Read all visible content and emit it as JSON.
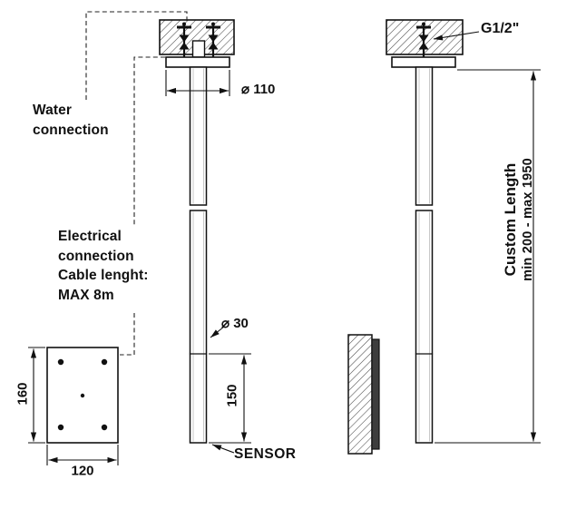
{
  "drawing": {
    "left_view": {
      "water_connection": "Water\nconnection",
      "electrical_connection": "Electrical\nconnection\nCable lenght:\nMAX 8m",
      "flange_diameter": "⌀ 110",
      "tube_diameter": "⌀ 30",
      "sensor_section_height": "150",
      "base_plate_depth": "160",
      "base_plate_width": "120",
      "sensor_label": "SENSOR"
    },
    "right_view": {
      "thread_size": "G1/2\"",
      "custom_length_title": "Custom Length",
      "custom_length_range": "min 200 - max 1950"
    },
    "colors": {
      "line": "#111111",
      "hatch": "#4d4d4d",
      "wall_plate": "#3d3d3d",
      "background": "#ffffff"
    }
  }
}
